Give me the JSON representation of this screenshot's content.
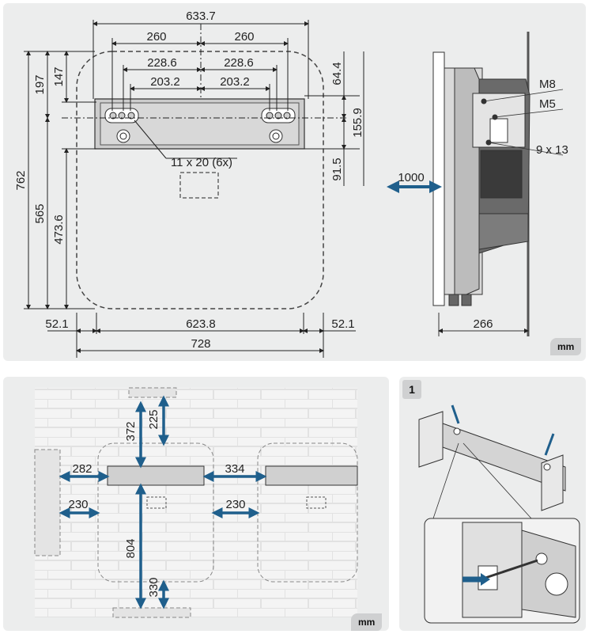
{
  "unit_badge": "mm",
  "step_number": "1",
  "top_drawing": {
    "widths": [
      "633.7",
      "260",
      "260",
      "228.6",
      "228.6",
      "203.2",
      "203.2",
      "623.8",
      "728",
      "52.1",
      "52.1"
    ],
    "heights": [
      "762",
      "565",
      "473.6",
      "197",
      "147",
      "64.4",
      "155.9",
      "91.5"
    ],
    "hole_label": "11 x 20 (6x)"
  },
  "side_drawing": {
    "clearance": "1000",
    "depth": "266",
    "labels": [
      "M8",
      "M5",
      "9 x 13"
    ]
  },
  "clearance_drawing": {
    "values": [
      "372",
      "225",
      "282",
      "334",
      "230",
      "230",
      "804",
      "330"
    ]
  },
  "colors": {
    "arrow": "#1f5f8c",
    "panel": "#eceded",
    "badge": "#cfd0d1"
  }
}
